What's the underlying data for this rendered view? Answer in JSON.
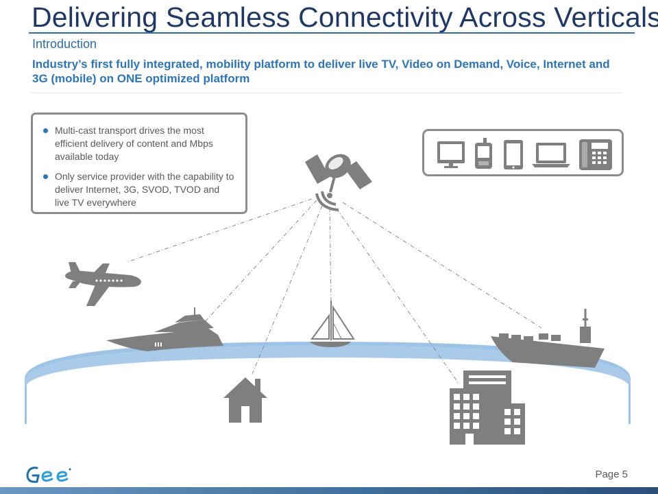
{
  "slide": {
    "title": "Delivering Seamless Connectivity Across Verticals",
    "subtitle": "Introduction",
    "lead": "Industry’s first fully integrated, mobility platform to deliver live TV, Video on Demand, Voice, Internet and 3G (mobile) on ONE optimized platform",
    "bullets": [
      "Multi-cast transport drives the most efficient delivery of content and Mbps available today",
      "Only service provider with the capability to deliver Internet, 3G, SVOD, TVOD and live TV everywhere"
    ],
    "page_label": "Page 5"
  },
  "colors": {
    "title": "#1f3864",
    "accent": "#2e75b6",
    "icon_gray": "#7f7f7f",
    "earth_band": "#9dc3e6"
  },
  "icons": [
    "satellite-icon",
    "monitor-icon",
    "cell-phone-icon",
    "tablet-icon",
    "laptop-icon",
    "desk-phone-icon",
    "airplane-icon",
    "yacht-icon",
    "sailboat-icon",
    "cargo-ship-icon",
    "house-icon",
    "office-building-icon",
    "gee-logo"
  ]
}
